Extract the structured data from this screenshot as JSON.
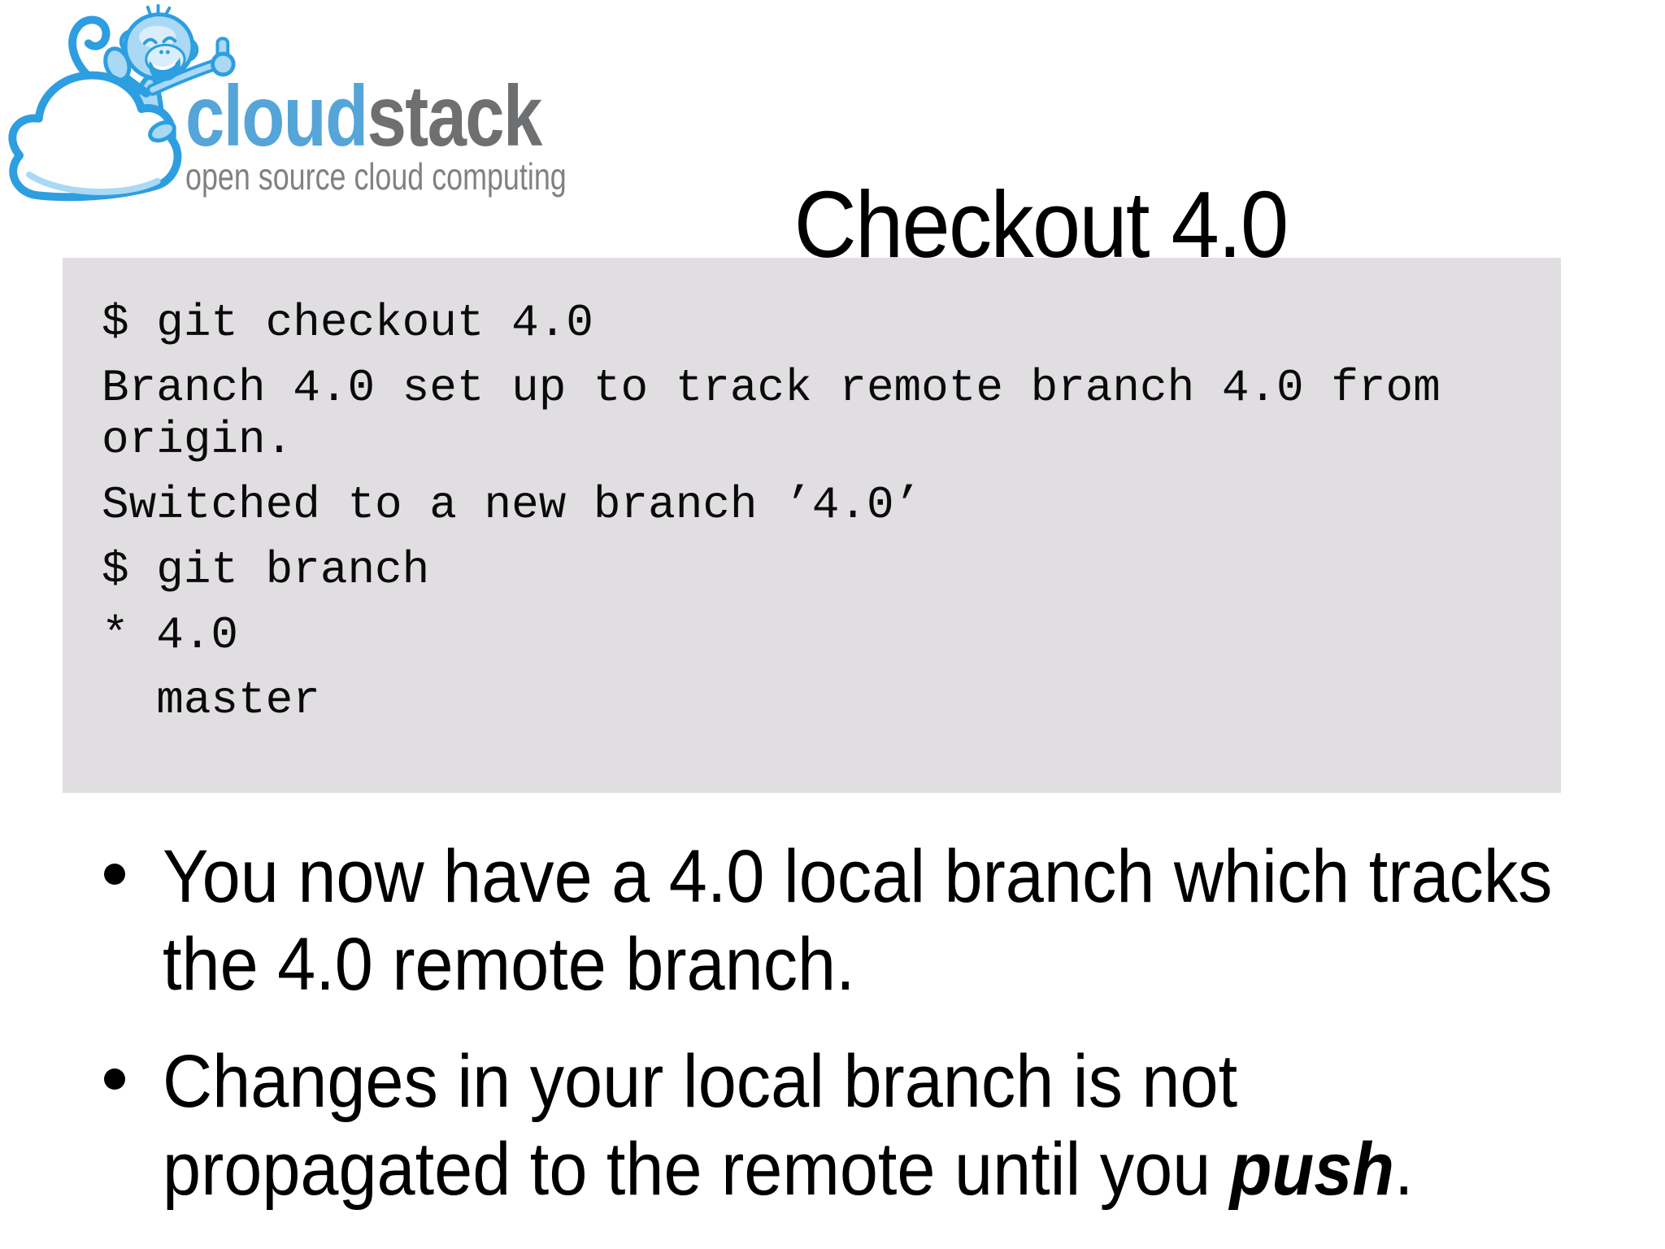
{
  "logo": {
    "brand_primary": "cloud",
    "brand_secondary": "stack",
    "tagline": "open source cloud computing",
    "colors": {
      "outline_blue": "#2D9EE0",
      "monkey_fill": "#A9D9F4",
      "word_blue": "#55A5D9",
      "word_gray": "#6E6F71",
      "tagline_gray": "#808184"
    }
  },
  "title": "Checkout 4.0",
  "terminal": {
    "background": "#E0DEE1",
    "lines": [
      "$ git checkout 4.0",
      "Branch 4.0 set up to track remote branch 4.0 from",
      "origin.",
      "Switched to a new branch ’4.0’",
      "$ git branch",
      "* 4.0",
      "  master"
    ]
  },
  "bullets": [
    {
      "lines": [
        "You now have a 4.0 local branch which tracks",
        "the 4.0 remote branch."
      ]
    },
    {
      "line1": "Changes in your local branch is not",
      "line2": {
        "prefix": "propagated to the remote until you ",
        "emphasis": "push",
        "suffix": "."
      }
    }
  ]
}
